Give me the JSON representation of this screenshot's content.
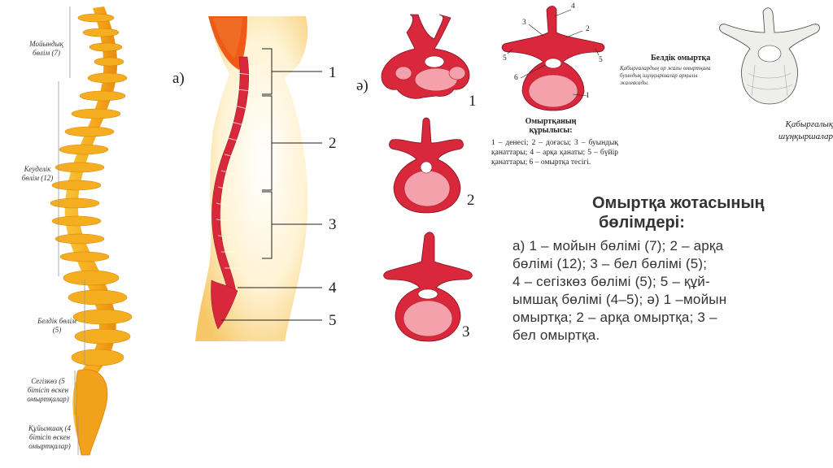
{
  "left_panel": {
    "labels": [
      "Мойындық бөлім (7)",
      "Кеуделік бөлім (12)",
      "Белдік бөлім (5)",
      "Сегізкөз (5 бітісіп өскен омыртқалар)",
      "Құйымшақ (4 бітісіп өскен омыртқалар)"
    ]
  },
  "middle_panel": {
    "label_a": "а)",
    "numbers": [
      "1",
      "2",
      "3",
      "4",
      "5"
    ]
  },
  "vertebra_panel": {
    "label_ae": "ә)",
    "numbers": [
      "1",
      "2",
      "3"
    ]
  },
  "detail_panel": {
    "numbers": [
      "1",
      "2",
      "3",
      "4",
      "5",
      "5",
      "6"
    ],
    "caption_title": "Омыртқаның құрылысы:",
    "caption_text": "1 – денесі; 2 – доғасы; 3 – буындық қанаттары; 4 – арқа қанаты; 5 – бүйір қанаттары; 6 – омыртқа тесігі."
  },
  "top_right": {
    "title": "Белдік омыртқа",
    "subtitle": "Қабырғалардың ор жағы омыртқаға буындық шұңқыршалар арқылы жалғасады.",
    "label": "Қабырғалық шұңқыршалар"
  },
  "main_text": {
    "title_line1": "Омыртқа жотасының",
    "title_line2": "бөлімдері:",
    "lines": [
      "а) 1 – мойын бөлімі (7); 2 – арқа",
      "бөлімі (12); 3 – бел бөлімі (5);",
      "4 – сегізкөз бөлімі (5); 5 – құй-",
      "ымшақ бөлімі (4–5); ә) 1 –мойын",
      "омыртқа; 2 – арқа омыртқа; 3 –",
      "бел омыртқа."
    ]
  },
  "colors": {
    "spine_yellow": "#f6b21d",
    "spine_orange": "#ee8a10",
    "bone_red": "#d9283b",
    "bone_light": "#f4a1ab",
    "body_glow": "#fbd98a",
    "head_orange": "#f05a18"
  }
}
